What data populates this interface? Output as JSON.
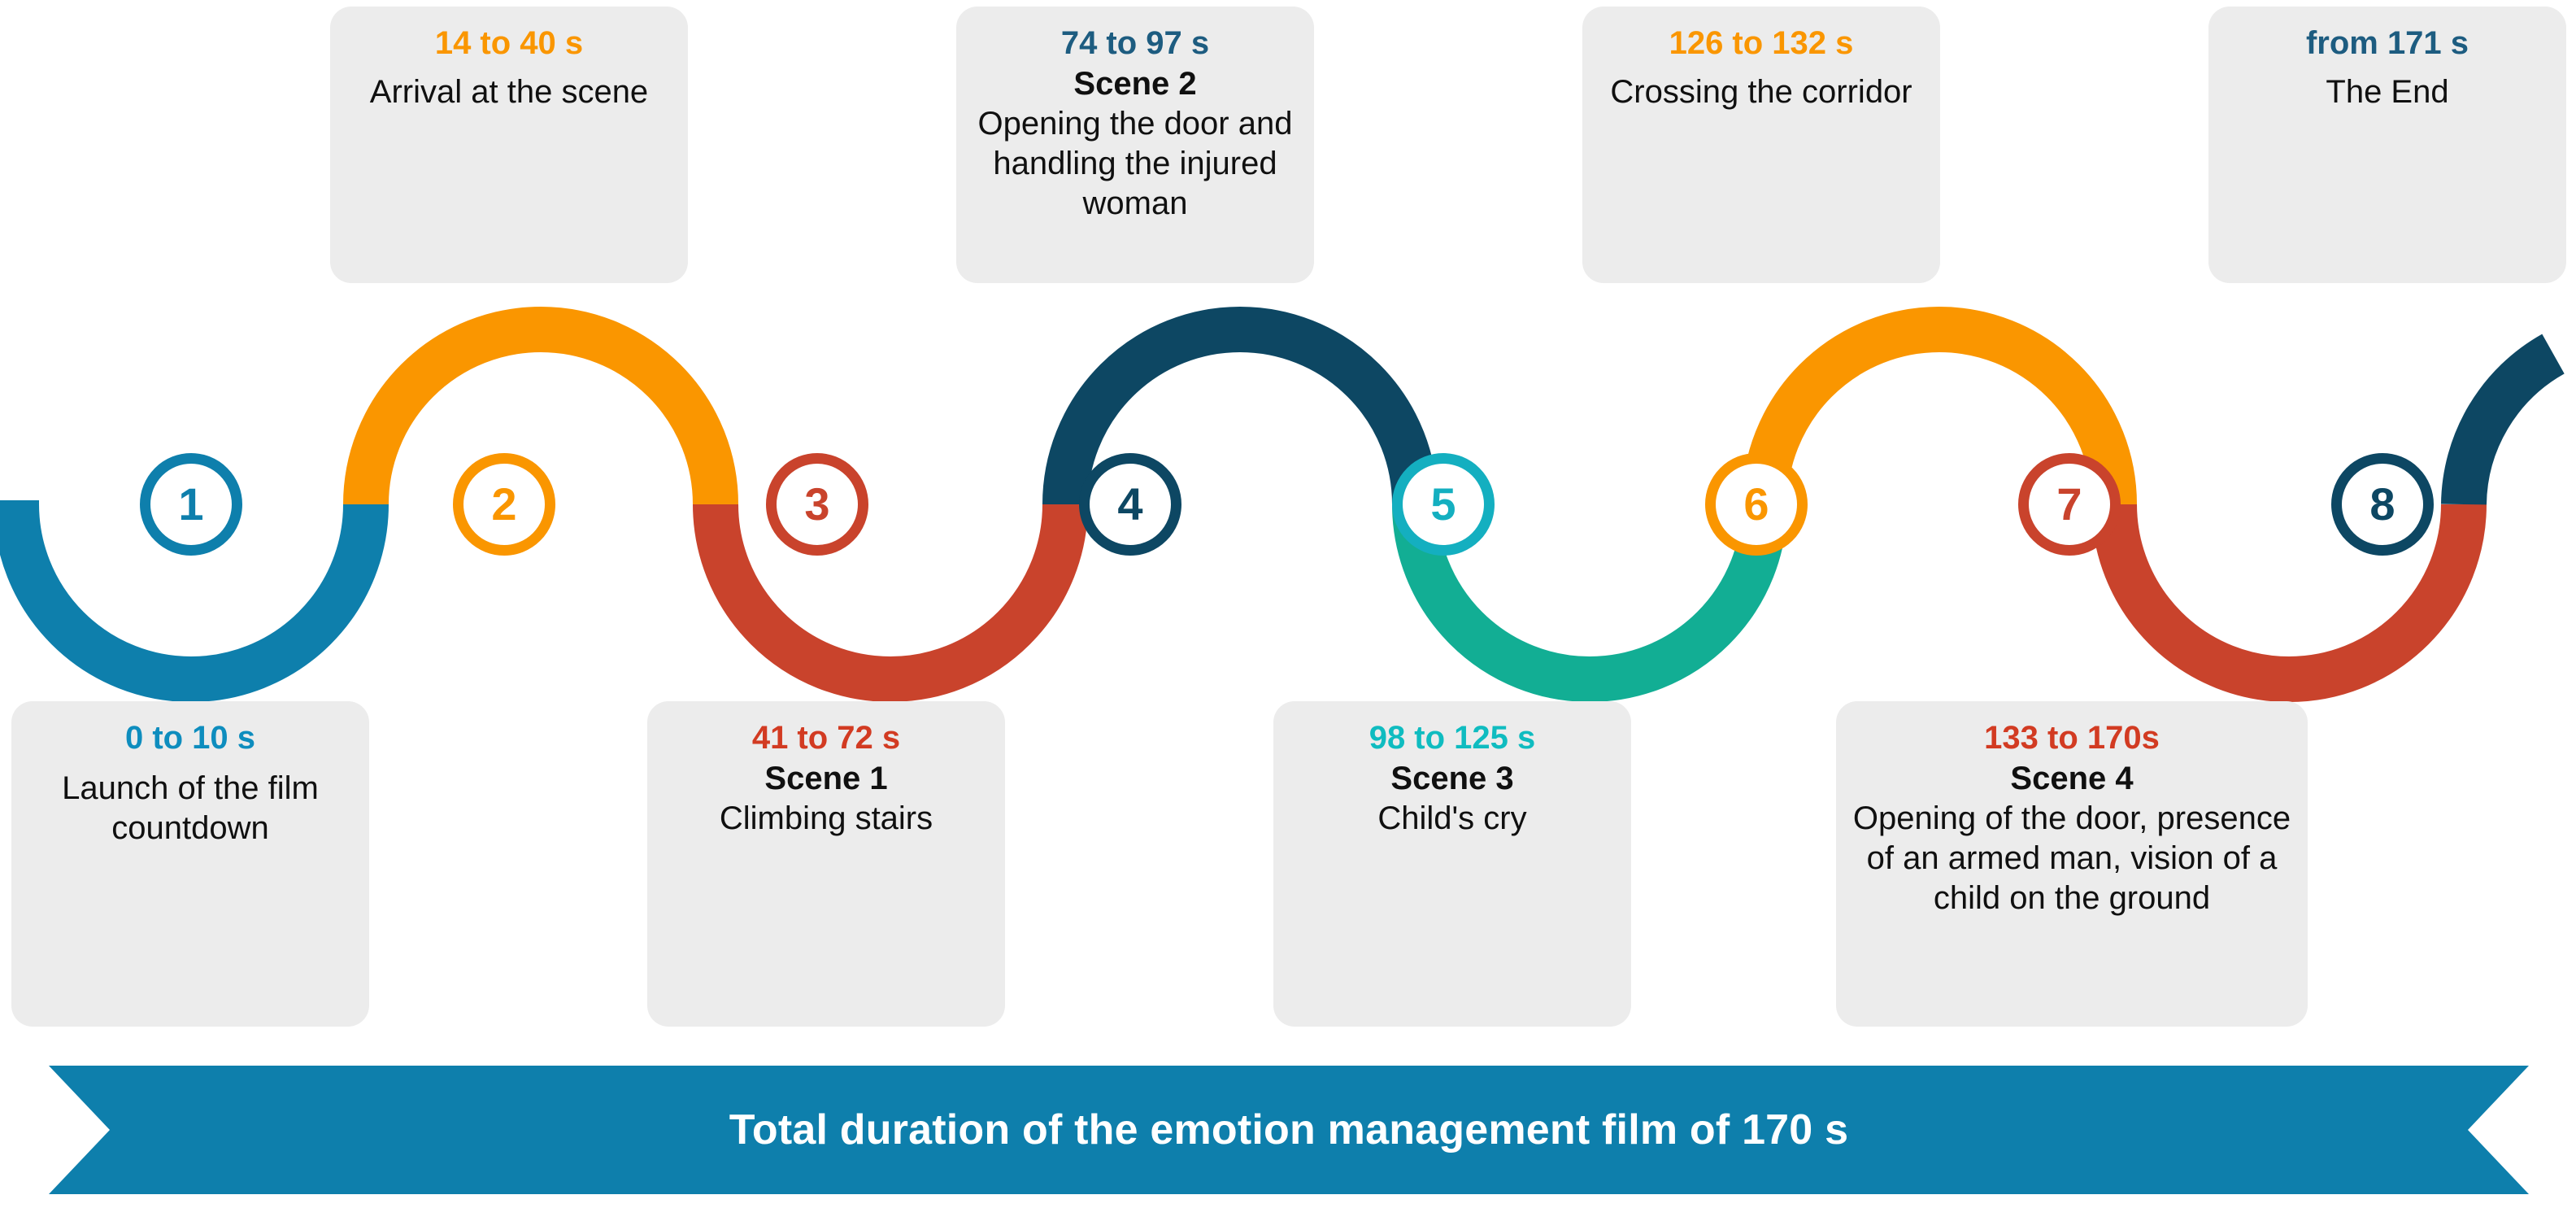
{
  "colors": {
    "blue": "#0E7FAC",
    "orange": "#FA9600",
    "red": "#C9432C",
    "navy": "#0D4763",
    "cyan": "#14AFC0",
    "green": "#12AE94",
    "card_bg": "#ECECEC",
    "banner_bg": "#0E7FAC"
  },
  "banner": {
    "label": "Total duration of the emotion management film of 170 s"
  },
  "steps": [
    {
      "number": "1",
      "color_key": "blue",
      "color": "#0E7FAC"
    },
    {
      "number": "2",
      "color_key": "orange",
      "color": "#FA9600"
    },
    {
      "number": "3",
      "color_key": "red",
      "color": "#C9432C"
    },
    {
      "number": "4",
      "color_key": "navy",
      "color": "#0D4763"
    },
    {
      "number": "5",
      "color_key": "cyan",
      "color": "#14AFC0"
    },
    {
      "number": "6",
      "color_key": "orange",
      "color": "#FA9600"
    },
    {
      "number": "7",
      "color_key": "red",
      "color": "#C9432C"
    },
    {
      "number": "8",
      "color_key": "navy",
      "color": "#0D4763"
    }
  ],
  "cards": {
    "top": [
      {
        "step": "2",
        "time": "14 to 40 s",
        "time_color": "#FA9600",
        "scene": "",
        "desc": "Arrival at the scene"
      },
      {
        "step": "4",
        "time": "74 to 97 s",
        "time_color": "#1D5C80",
        "scene": "Scene 2",
        "desc": "Opening the door and handling the injured woman"
      },
      {
        "step": "6",
        "time": "126 to 132 s",
        "time_color": "#FA9600",
        "scene": "",
        "desc": "Crossing the corridor"
      },
      {
        "step": "8",
        "time": "from 171 s",
        "time_color": "#1D5C80",
        "scene": "",
        "desc": "The End"
      }
    ],
    "bottom": [
      {
        "step": "1",
        "time": "0 to 10 s",
        "time_color": "#0E8DBE",
        "scene": "",
        "desc": "Launch of the film countdown"
      },
      {
        "step": "3",
        "time": "41 to 72 s",
        "time_color": "#D23B22",
        "scene": "Scene 1",
        "desc": "Climbing stairs"
      },
      {
        "step": "5",
        "time": "98 to 125 s",
        "time_color": "#0FBCC0",
        "scene": "Scene 3",
        "desc": "Child's cry"
      },
      {
        "step": "7",
        "time": "133 to 170s",
        "time_color": "#D23B22",
        "scene": "Scene 4",
        "desc": "Opening of the door, presence of an armed man, vision of a child on the ground"
      }
    ]
  }
}
